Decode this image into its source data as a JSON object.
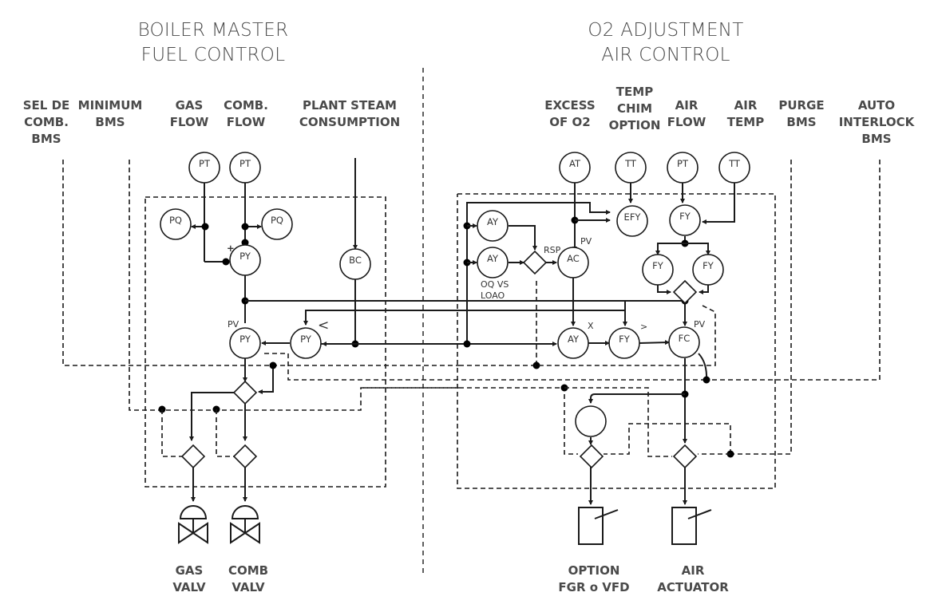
{
  "titles": {
    "left": [
      "BOILER MASTER",
      "FUEL CONTROL"
    ],
    "right": [
      "O2 ADJUSTMENT",
      "AIR CONTROL"
    ]
  },
  "inputs_left": [
    {
      "lines": [
        "SEL DE",
        "COMB.",
        "BMS"
      ]
    },
    {
      "lines": [
        "MINIMUM",
        "BMS"
      ]
    },
    {
      "lines": [
        "GAS",
        "FLOW"
      ]
    },
    {
      "lines": [
        "COMB.",
        "FLOW"
      ]
    },
    {
      "lines": [
        "PLANT STEAM",
        "CONSUMPTION"
      ]
    }
  ],
  "inputs_right": [
    {
      "lines": [
        "EXCESS",
        "OF O2"
      ]
    },
    {
      "lines": [
        "TEMP",
        "CHIM",
        "OPTION"
      ]
    },
    {
      "lines": [
        "AIR",
        "FLOW"
      ]
    },
    {
      "lines": [
        "AIR",
        "TEMP"
      ]
    },
    {
      "lines": [
        "PURGE",
        "BMS"
      ]
    },
    {
      "lines": [
        "AUTO",
        "INTERLOCK",
        "BMS"
      ]
    }
  ],
  "outputs": [
    {
      "lines": [
        "GAS",
        "VALV"
      ]
    },
    {
      "lines": [
        "COMB",
        "VALV"
      ]
    },
    {
      "lines": [
        "OPTION",
        "FGR o VFD"
      ]
    },
    {
      "lines": [
        "AIR",
        "ACTUATOR"
      ]
    }
  ],
  "instruments": {
    "pt_gas": "PT",
    "pt_comb": "PT",
    "pq_left": "PQ",
    "pq_right": "PQ",
    "py_sum": "PY",
    "bc": "BC",
    "py_pv": "PY",
    "py_low": "PY",
    "at": "AT",
    "tt_chim": "TT",
    "pt_air": "PT",
    "tt_air": "TT",
    "efy": "EFY",
    "fy_air": "FY",
    "ay_top": "AY",
    "ay_oq": "AY",
    "ac": "AC",
    "fy_left": "FY",
    "fy_right": "FY",
    "ay_mult": "AY",
    "fy_high": "FY",
    "fc": "FC"
  },
  "annotations": {
    "plus": "+",
    "pv_left": "PV",
    "less": "<",
    "pv_ac": "PV",
    "rsp": "RSP",
    "oq_vs_loao": [
      "OQ VS",
      "LOAO"
    ],
    "x": "X",
    "greater": ">",
    "pv_fc": "PV"
  }
}
